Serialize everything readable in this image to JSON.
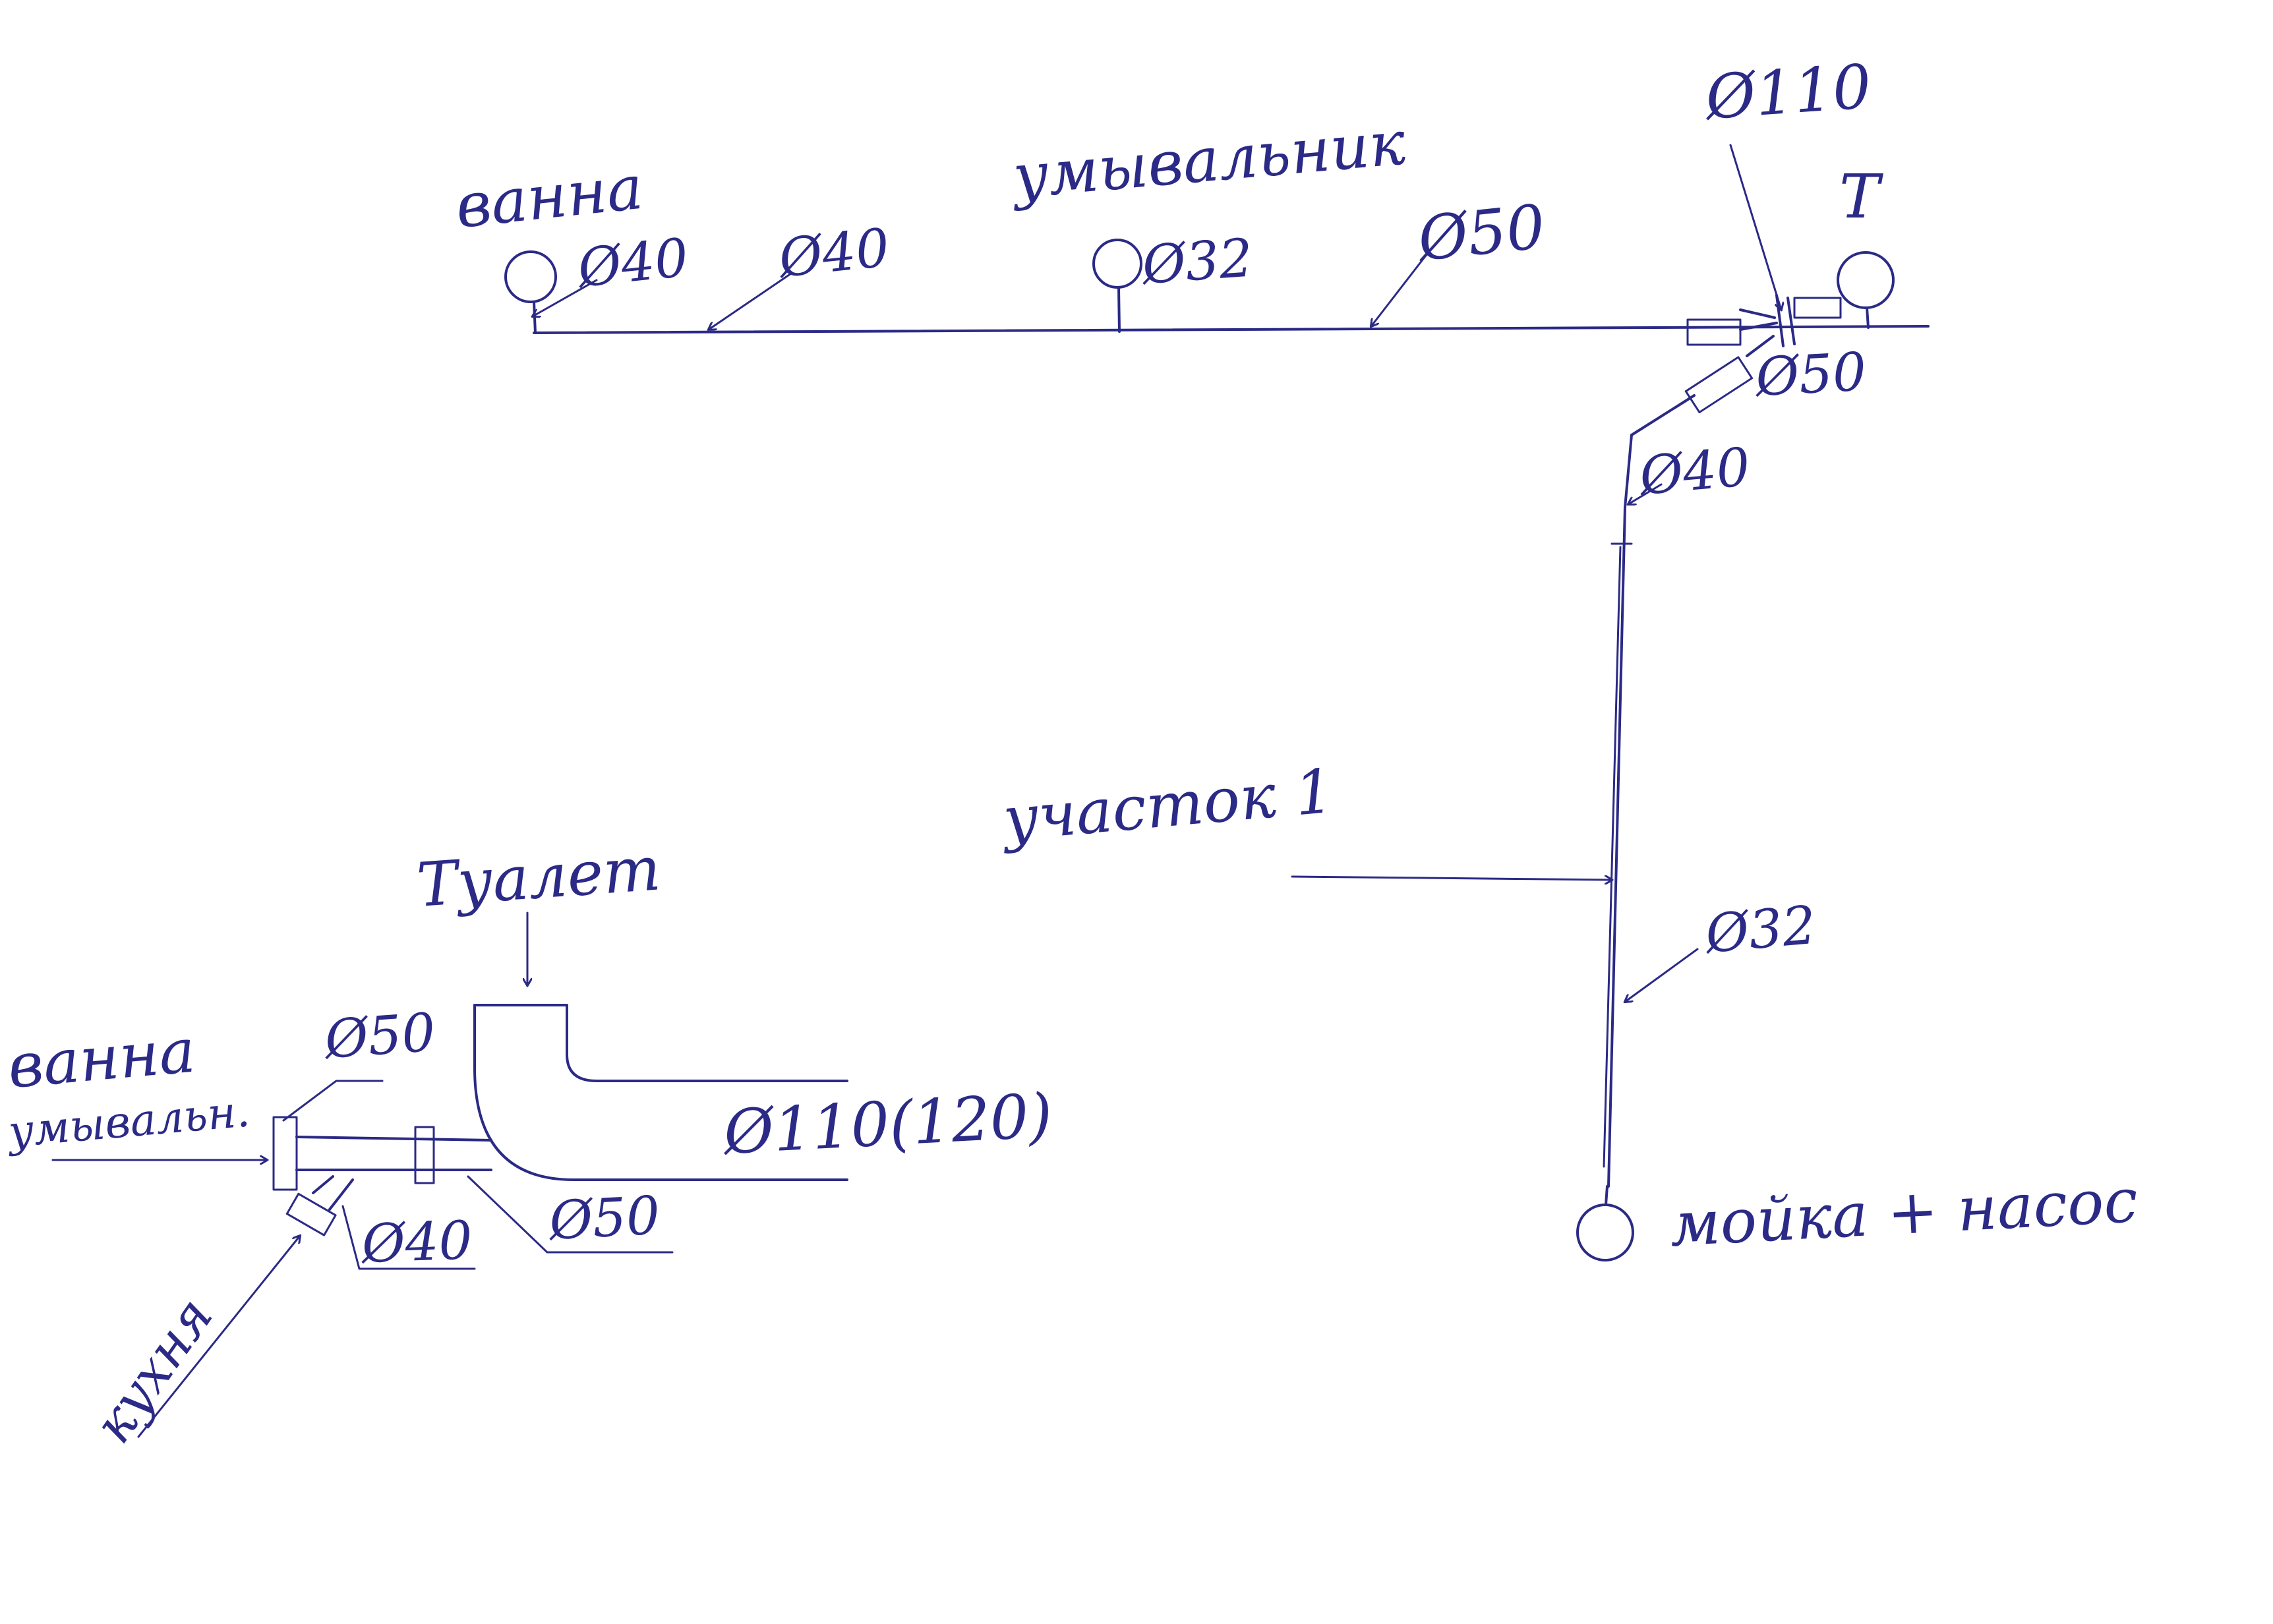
{
  "top_branch": {
    "bath_label": "ванна",
    "bath_diameter": "Ø40",
    "pipe_segment_1": "Ø40",
    "washbasin_label": "умывальник",
    "washbasin_diameter": "Ø32",
    "pipe_segment_2": "Ø50",
    "riser_diameter": "Ø110",
    "toilet_mark": "Т",
    "tee_diameter": "Ø50",
    "drop_diameter": "Ø40"
  },
  "vertical_branch": {
    "section_label": "участок 1",
    "pipe_diameter": "Ø32",
    "end_fixture_label": "мойка + насос"
  },
  "detail_view": {
    "toilet_label": "Туалет",
    "main_pipe_diameter": "Ø110(120)",
    "upper_inlet_diameter": "Ø50",
    "inlet_source_label_1": "ванна",
    "inlet_source_label_2": "умывальн.",
    "lower_pipe_diameter": "Ø50",
    "kitchen_inlet_diameter": "Ø40",
    "kitchen_label": "кухня"
  }
}
